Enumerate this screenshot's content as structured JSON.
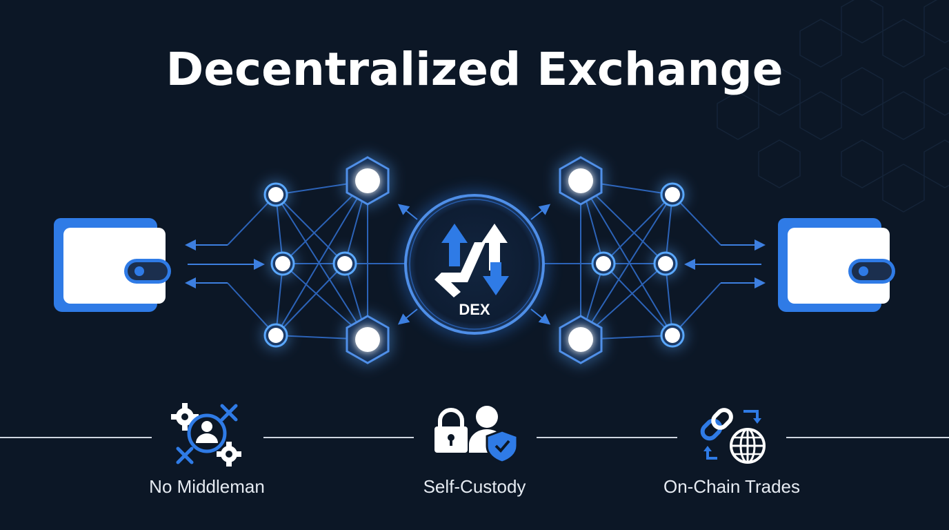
{
  "title": "Decentralized Exchange",
  "hub": {
    "label": "DEX"
  },
  "features": [
    {
      "label": "No Middleman",
      "icon": "no-middleman-icon"
    },
    {
      "label": "Self-Custody",
      "icon": "self-custody-icon"
    },
    {
      "label": "On-Chain Trades",
      "icon": "on-chain-trades-icon"
    }
  ],
  "colors": {
    "background": "#0c1726",
    "accent": "#2f7be6",
    "glow": "#5aa8ff",
    "text": "#ffffff"
  }
}
